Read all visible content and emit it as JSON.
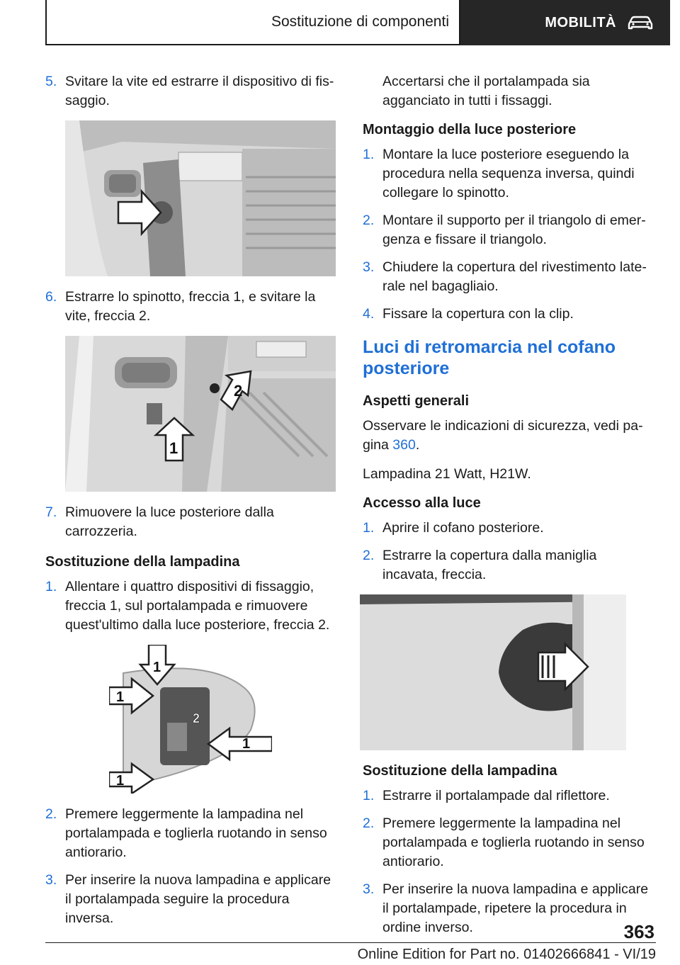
{
  "header": {
    "section": "Sostituzione di componenti",
    "tab": "MOBILITÀ",
    "tab_icon": "car-icon"
  },
  "left": {
    "step5_num": "5.",
    "step5_text": "Svitare la vite ed estrarre il dispositivo di fis­saggio.",
    "step6_num": "6.",
    "step6_text": "Estrarre lo spinotto, freccia 1, e svitare la vite, freccia 2.",
    "fig2_labels": [
      "2",
      "1"
    ],
    "step7_num": "7.",
    "step7_text": "Rimuovere la luce posteriore dalla carrozzeria.",
    "heading": "Sostituzione della lampadina",
    "s1_num": "1.",
    "s1_text": "Allentare i quattro dispositivi di fissaggio, frec­cia 1, sul portalampada e rimuovere quest'ul­timo dalla luce posteriore, freccia 2.",
    "fig3_labels": [
      "1",
      "1",
      "2",
      "1",
      "1"
    ],
    "s2_num": "2.",
    "s2_text": "Premere leggermente la lampadina nel porta­lampada e toglierla ruotando in senso antiora­rio.",
    "s3_num": "3.",
    "s3_text": "Per inserire la nuova lampadina e applicare il portalampada seguire la procedura inversa."
  },
  "right": {
    "cont_text": "Accertarsi che il portalampada sia agganciato in tutti i fissaggi.",
    "mount_heading": "Montaggio della luce posteriore",
    "m1_num": "1.",
    "m1_text": "Montare la luce posteriore eseguendo la pro­cedura nella sequenza inversa, quindi colle­gare lo spinotto.",
    "m2_num": "2.",
    "m2_text": "Montare il supporto per il triangolo di emer­genza e fissare il triangolo.",
    "m3_num": "3.",
    "m3_text": "Chiudere la copertura del rivestimento late­rale nel bagagliaio.",
    "m4_num": "4.",
    "m4_text": "Fissare la copertura con la clip.",
    "section_title": "Luci di retromarcia nel cofano posteriore",
    "general_heading": "Aspetti generali",
    "general_text_pre": "Osservare le indicazioni di sicurezza, vedi pa­gina",
    "general_link": "360",
    "general_text_post": ".",
    "bulb_text": "Lampadina 21 Watt, H21W.",
    "access_heading": "Accesso alla luce",
    "a1_num": "1.",
    "a1_text": "Aprire il cofano posteriore.",
    "a2_num": "2.",
    "a2_text": "Estrarre la copertura dalla maniglia incavata, freccia.",
    "replace_heading": "Sostituzione della lampadina",
    "r1_num": "1.",
    "r1_text": "Estrarre il portalampade dal riflettore.",
    "r2_num": "2.",
    "r2_text": "Premere leggermente la lampadina nel porta­lampada e toglierla ruotando in senso antiora­rio.",
    "r3_num": "3.",
    "r3_text": "Per inserire la nuova lampadina e applicare il portalampade, ripetere la procedura in ordine inverso."
  },
  "footer": {
    "page_number": "363",
    "edition": "Online Edition for Part no. 01402666841 - VI/19"
  }
}
